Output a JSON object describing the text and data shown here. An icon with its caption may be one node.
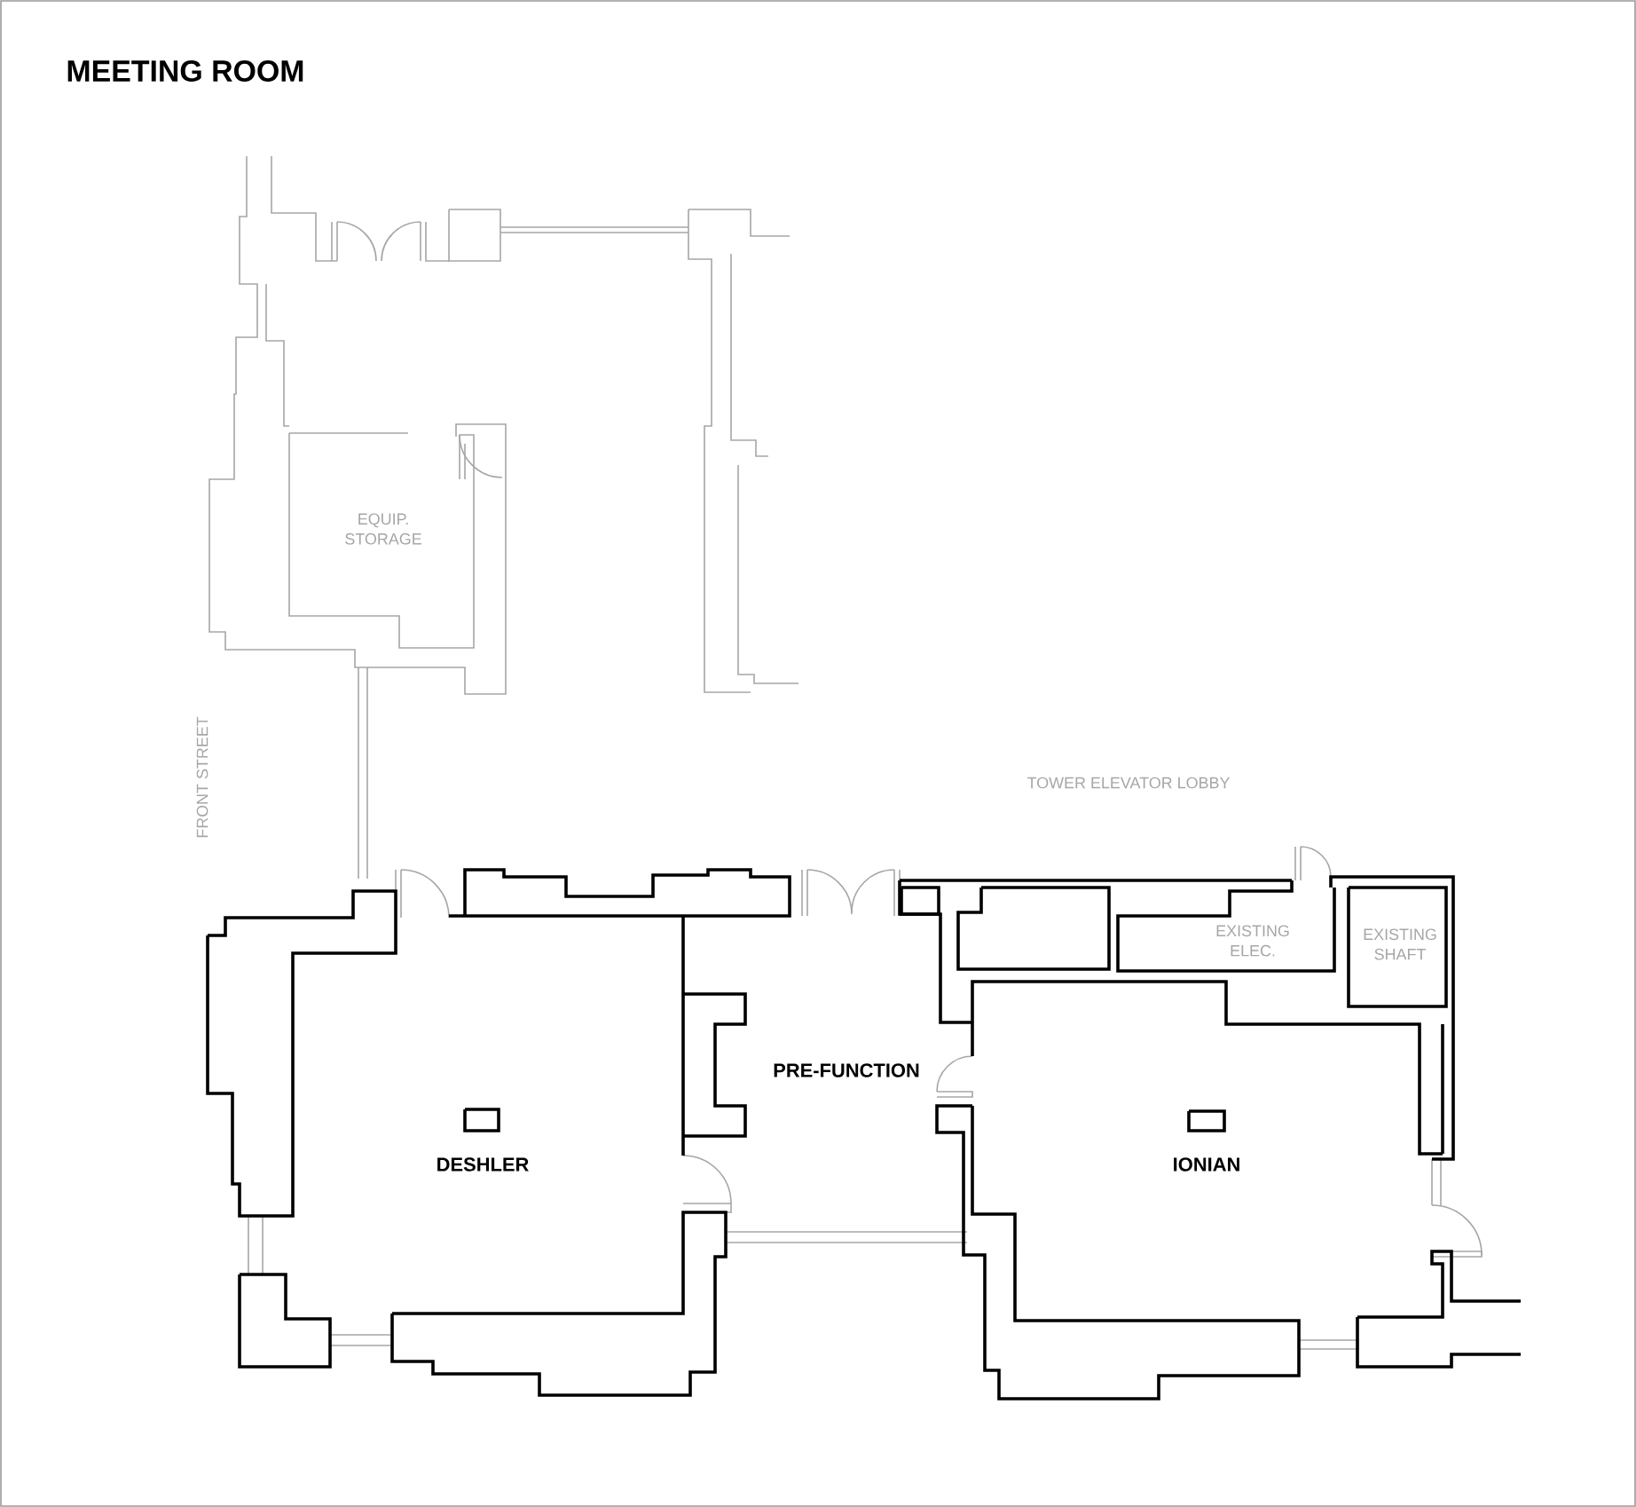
{
  "diagram": {
    "title": "MEETING ROOM",
    "labels": [
      "EQUIP. STORAGE",
      "FRONT STREET",
      "TOWER ELEVATOR LOBBY",
      "EXISTING ELEC.",
      "EXISTING SHAFT",
      "PRE-FUNCTION",
      "DESHLER",
      "IONIAN"
    ]
  }
}
